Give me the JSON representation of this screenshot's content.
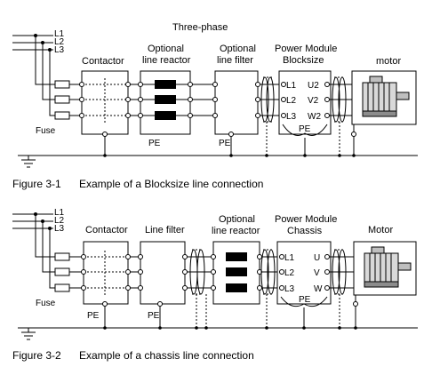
{
  "figure1": {
    "header": "Three-phase",
    "lines": [
      "L1",
      "L2",
      "L3"
    ],
    "fuse": "Fuse",
    "contactor": "Contactor",
    "reactor": [
      "Optional",
      "line reactor"
    ],
    "filter": [
      "Optional",
      "line filter"
    ],
    "module": [
      "Power Module",
      "Blocksize"
    ],
    "motor": "motor",
    "pe": "PE",
    "inputs": [
      "L1",
      "L2",
      "L3"
    ],
    "outputs": [
      "U2",
      "V2",
      "W2"
    ],
    "caption_number": "Figure 3-1",
    "caption_text": "Example of a Blocksize line connection"
  },
  "figure2": {
    "lines": [
      "L1",
      "L2",
      "L3"
    ],
    "fuse": "Fuse",
    "contactor": "Contactor",
    "filter": "Line filter",
    "reactor": [
      "Optional",
      "line reactor"
    ],
    "module": [
      "Power Module",
      "Chassis"
    ],
    "motor": "Motor",
    "pe": "PE",
    "inputs": [
      "L1",
      "L2",
      "L3"
    ],
    "outputs": [
      "U",
      "V",
      "W"
    ],
    "caption_number": "Figure 3-2",
    "caption_text": "Example of a chassis line connection"
  }
}
